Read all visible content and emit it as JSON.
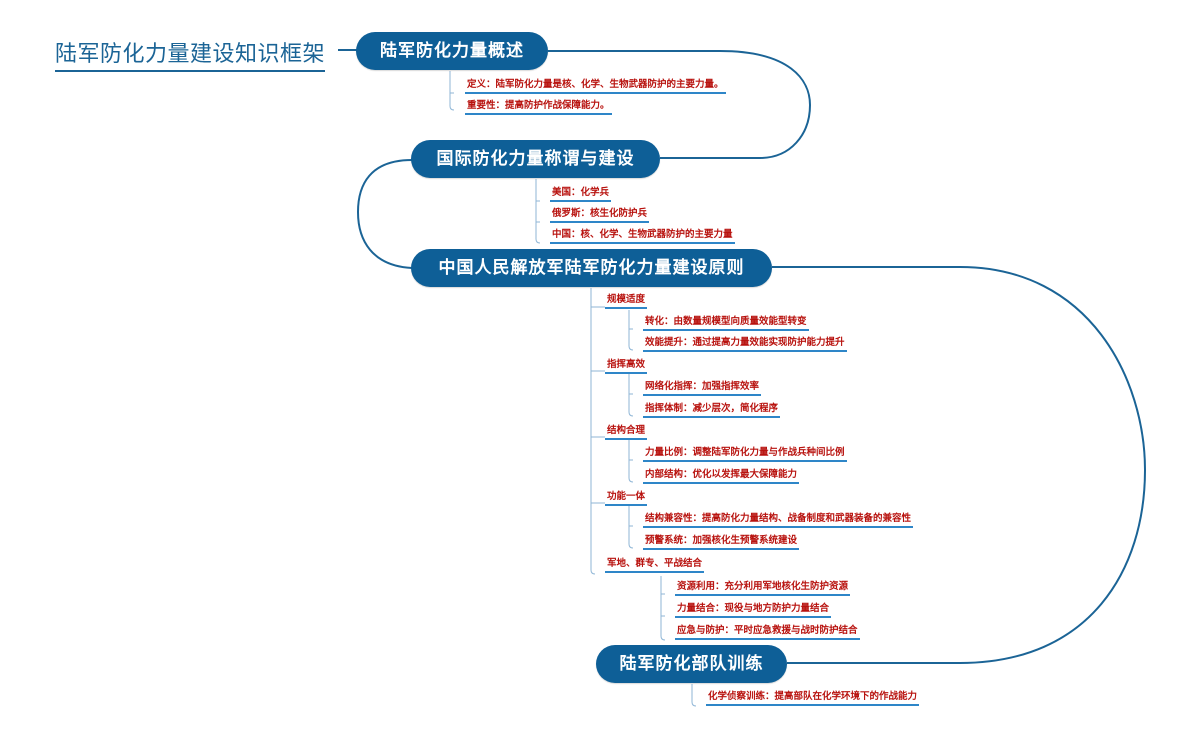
{
  "root": {
    "title": "陆军防化力量建设知识框架"
  },
  "colors": {
    "topic_bg": "#0e5f97",
    "connector": "#1b6496",
    "leaf_text": "#b8120e",
    "leaf_underline": "#2e86c8"
  },
  "topics": [
    {
      "label": "陆军防化力量概述",
      "children": [
        {
          "label": "定义：陆军防化力量是核、化学、生物武器防护的主要力量。"
        },
        {
          "label": "重要性：提高防护作战保障能力。"
        }
      ]
    },
    {
      "label": "国际防化力量称谓与建设",
      "children": [
        {
          "label": "美国：化学兵"
        },
        {
          "label": "俄罗斯：核生化防护兵"
        },
        {
          "label": "中国：核、化学、生物武器防护的主要力量"
        }
      ]
    },
    {
      "label": "中国人民解放军陆军防化力量建设原则",
      "children": [
        {
          "label": "规模适度",
          "children": [
            {
              "label": "转化：由数量规模型向质量效能型转变"
            },
            {
              "label": "效能提升：通过提高力量效能实现防护能力提升"
            }
          ]
        },
        {
          "label": "指挥高效",
          "children": [
            {
              "label": "网络化指挥：加强指挥效率"
            },
            {
              "label": "指挥体制：减少层次，简化程序"
            }
          ]
        },
        {
          "label": "结构合理",
          "children": [
            {
              "label": "力量比例：调整陆军防化力量与作战兵种间比例"
            },
            {
              "label": "内部结构：优化以发挥最大保障能力"
            }
          ]
        },
        {
          "label": "功能一体",
          "children": [
            {
              "label": "结构兼容性：提高防化力量结构、战备制度和武器装备的兼容性"
            },
            {
              "label": "预警系统：加强核化生预警系统建设"
            }
          ]
        },
        {
          "label": "军地、群专、平战结合",
          "children": [
            {
              "label": "资源利用：充分利用军地核化生防护资源"
            },
            {
              "label": "力量结合：现役与地方防护力量结合"
            },
            {
              "label": "应急与防护：平时应急救援与战时防护结合"
            }
          ]
        }
      ]
    },
    {
      "label": "陆军防化部队训练",
      "children": [
        {
          "label": "化学侦察训练：提高部队在化学环境下的作战能力"
        }
      ]
    }
  ]
}
